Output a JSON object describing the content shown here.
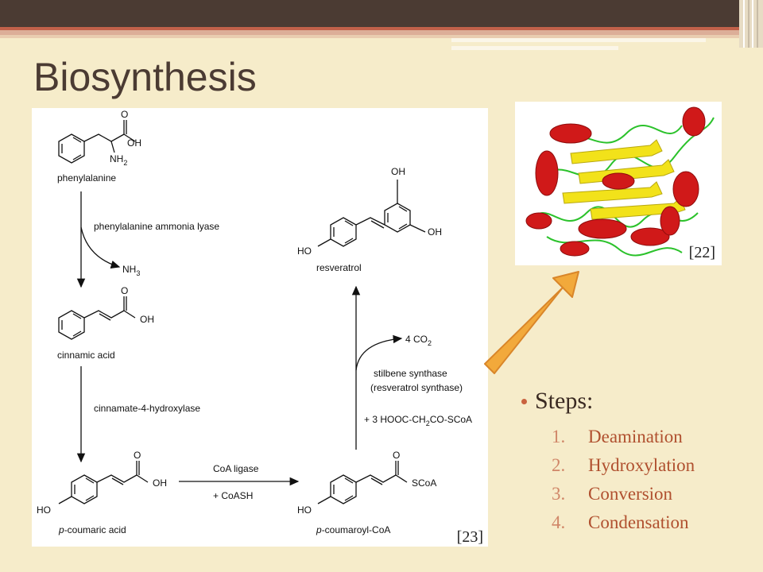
{
  "slide": {
    "title": "Biosynthesis"
  },
  "scheme": {
    "compounds": {
      "phenylalanine": "phenylalanine",
      "cinnamic_acid": "cinnamic acid",
      "p_coumaric_acid_italic": "p",
      "p_coumaric_acid_rest": "-coumaric acid",
      "p_coumaroyl_coa_italic": "p",
      "p_coumaroyl_coa_rest": "-coumaroyl-CoA",
      "resveratrol": "resveratrol"
    },
    "enzymes": {
      "step1": "phenylalanine ammonia lyase",
      "step2": "cinnamate-4-hydroxylase",
      "step3_top": "CoA ligase",
      "step3_bottom": "+ CoASH",
      "step4_line1": "stilbene synthase",
      "step4_line2": "(resveratrol synthase)"
    },
    "byproducts": {
      "nh3": "NH",
      "nh3_sub": "3",
      "co2_prefix": "4 CO",
      "co2_sub": "2",
      "malonyl_a": "+ 3 HOOC-CH",
      "malonyl_sub": "2",
      "malonyl_b": "CO-SCoA"
    },
    "labels": {
      "oh": "OH",
      "ho": "HO",
      "o": "O",
      "nh2": "NH",
      "nh2_sub": "2",
      "scoa": "SCoA"
    },
    "citation": "[23]"
  },
  "protein": {
    "citation": "[22]"
  },
  "steps": {
    "heading": "Steps:",
    "items": [
      {
        "num": "1.",
        "label": "Deamination"
      },
      {
        "num": "2.",
        "label": "Hydroxylation"
      },
      {
        "num": "3.",
        "label": "Conversion"
      },
      {
        "num": "4.",
        "label": "Condensation"
      }
    ]
  },
  "colors": {
    "header": "#4b3b33",
    "accent": "#c1614a",
    "background": "#f6ecca",
    "arrow_fill": "#f2a93b",
    "arrow_stroke": "#d9862a",
    "helix": "#d01919",
    "sheet": "#f2e21a",
    "coil": "#2bc22b"
  }
}
